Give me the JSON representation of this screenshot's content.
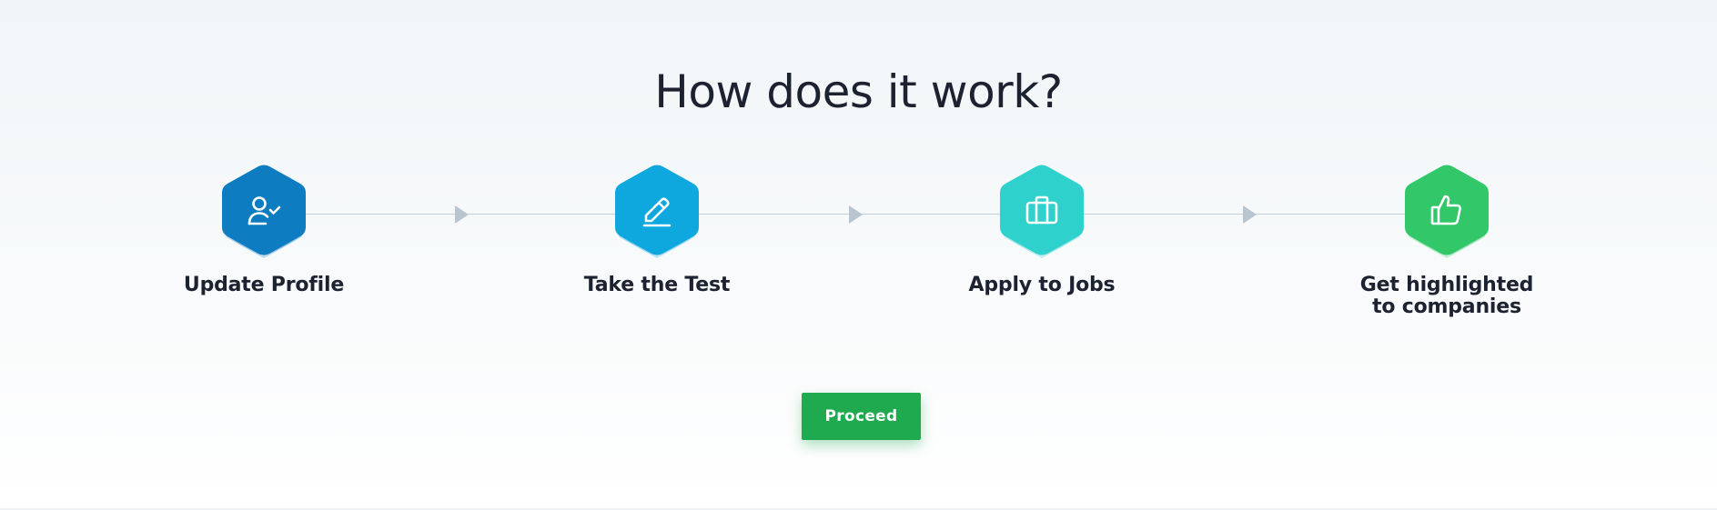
{
  "section": {
    "title": "How does it work?"
  },
  "colors": {
    "step1": "#0d7cc1",
    "step2": "#0ea7de",
    "step3": "#2fd1cd",
    "step4": "#32c86a",
    "connector": "#c4cfd6",
    "arrow": "#b8c5ce",
    "button": "#1faa4f"
  },
  "steps": [
    {
      "icon": "user-check-icon",
      "label_line1": "Update Profile",
      "label_line2": ""
    },
    {
      "icon": "pencil-edit-icon",
      "label_line1": "Take the Test",
      "label_line2": ""
    },
    {
      "icon": "briefcase-icon",
      "label_line1": "Apply to Jobs",
      "label_line2": ""
    },
    {
      "icon": "thumbs-up-icon",
      "label_line1": "Get highlighted",
      "label_line2": "to companies"
    }
  ],
  "actions": {
    "proceed_label": "Proceed"
  }
}
